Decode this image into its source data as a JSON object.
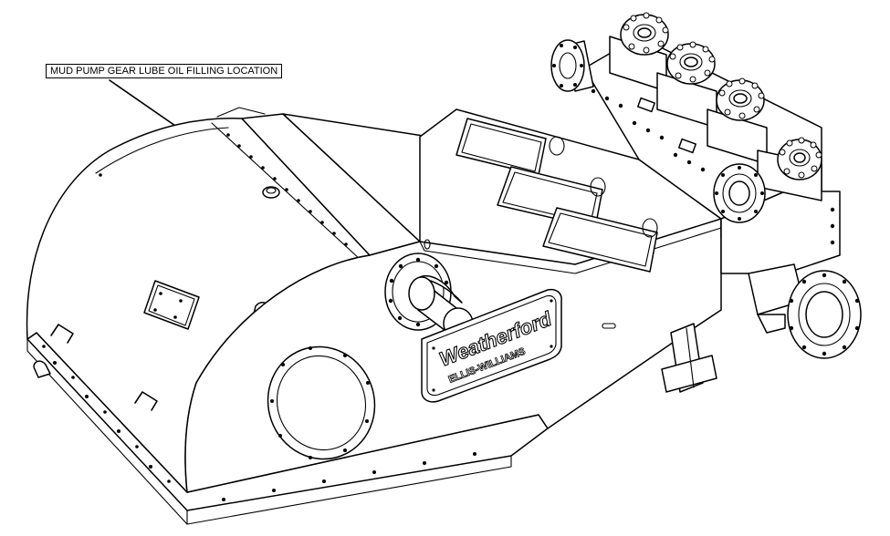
{
  "callout": {
    "text": "MUD PUMP GEAR LUBE OIL FILLING LOCATION"
  },
  "logo": {
    "brand": "Weatherford",
    "sub": "ELLIS-WILLIAMS"
  },
  "colors": {
    "line": "#000000",
    "background": "#ffffff"
  }
}
